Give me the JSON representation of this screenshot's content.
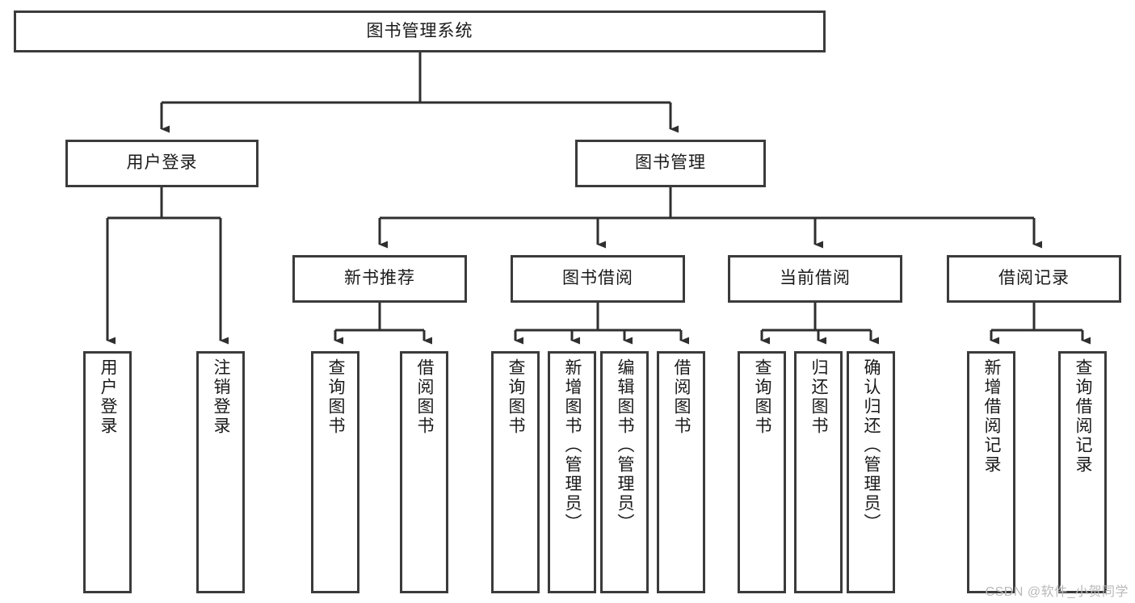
{
  "diagram": {
    "title": "图书管理系统",
    "type": "hierarchy-tree",
    "root": {
      "label": "图书管理系统"
    },
    "level1": [
      {
        "label": "用户登录"
      },
      {
        "label": "图书管理"
      }
    ],
    "level2": [
      {
        "label": "新书推荐"
      },
      {
        "label": "图书借阅"
      },
      {
        "label": "当前借阅"
      },
      {
        "label": "借阅记录"
      }
    ],
    "leaves": {
      "user_login": [
        {
          "label": "用户登录"
        },
        {
          "label": "注销登录"
        }
      ],
      "new_book_recommend": [
        {
          "label": "查询图书"
        },
        {
          "label": "借阅图书"
        }
      ],
      "book_borrow": [
        {
          "label": "查询图书"
        },
        {
          "label": "新增图书（管理员）"
        },
        {
          "label": "编辑图书（管理员）"
        },
        {
          "label": "借阅图书"
        }
      ],
      "current_borrow": [
        {
          "label": "查询图书"
        },
        {
          "label": "归还图书"
        },
        {
          "label": "确认归还（管理员）"
        }
      ],
      "borrow_record": [
        {
          "label": "新增借阅记录"
        },
        {
          "label": "查询借阅记录"
        }
      ]
    }
  },
  "watermark": {
    "text": "CSDN @软件_小贺同学"
  },
  "colors": {
    "stroke": "#3b3b3b",
    "fill": "#ffffff",
    "text": "#1a1a1a",
    "watermark": "#b9b9b9"
  }
}
